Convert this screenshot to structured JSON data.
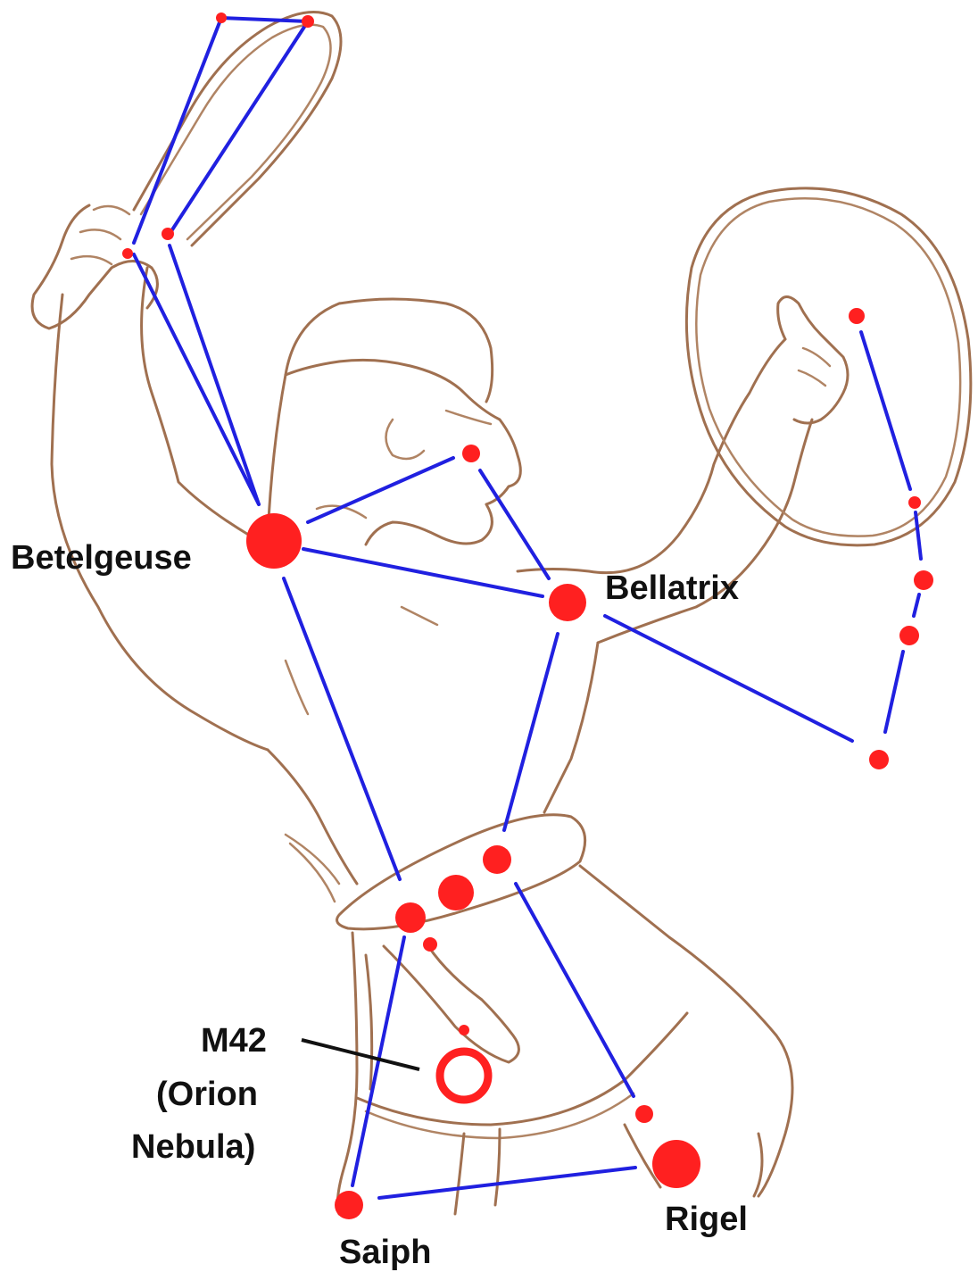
{
  "labels": {
    "betelgeuse": "Betelgeuse",
    "bellatrix": "Bellatrix",
    "m42_line1": "M42",
    "m42_line2": "(Orion",
    "m42_line3": "Nebula)",
    "saiph": "Saiph",
    "rigel": "Rigel"
  },
  "colors": {
    "star": "#ff2020",
    "constellation_line": "#2020e0",
    "figure_outline": "#a07050",
    "label_text": "#111111"
  }
}
